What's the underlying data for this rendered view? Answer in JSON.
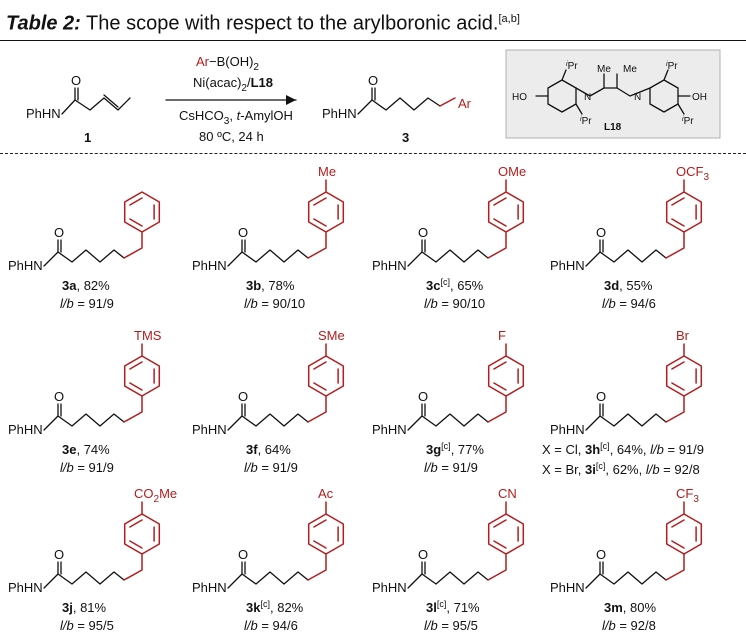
{
  "title": {
    "label": "Table 2:",
    "text": "The scope with respect to the arylboronic acid.",
    "footnote": "[a,b]"
  },
  "scheme": {
    "substrate_amide": "PhHN",
    "substrate_number": "1",
    "reagent_ar": "Ar",
    "reagent_boron": "−B(OH)",
    "reagent_boron_sub": "2",
    "catalyst": "Ni(acac)",
    "catalyst_sub": "2",
    "catalyst_slash": "/",
    "ligand": "L18",
    "base_solvent": "CsHCO",
    "base_sub": "3",
    "solvent_prefix": ", ",
    "solvent_t": "t",
    "solvent_rest": "-AmylOH",
    "conditions": "80 ºC, 24 h",
    "product_amide": "PhHN",
    "product_ar": "Ar",
    "product_number": "3",
    "ligand_box": {
      "me": "Me",
      "ipr_i": "i",
      "ipr": "Pr",
      "ho": "HO",
      "oh": "OH",
      "n": "N",
      "label": "L18"
    }
  },
  "entries": [
    {
      "substituent": "",
      "compound": "3a",
      "note": "",
      "yield": ", 82%",
      "ratio_label": "l/b",
      "ratio": " = 91/9"
    },
    {
      "substituent": "Me",
      "compound": "3b",
      "note": "",
      "yield": ", 78%",
      "ratio_label": "l/b",
      "ratio": " = 90/10"
    },
    {
      "substituent": "OMe",
      "compound": "3c",
      "note": "[c]",
      "yield": ", 65%",
      "ratio_label": "l/b",
      "ratio": " = 90/10"
    },
    {
      "substituent": "OCF",
      "substituent_sub": "3",
      "compound": "3d",
      "note": "",
      "yield": ", 55%",
      "ratio_label": "l/b",
      "ratio": " = 94/6"
    },
    {
      "substituent": "TMS",
      "compound": "3e",
      "note": "",
      "yield": ", 74%",
      "ratio_label": "l/b",
      "ratio": " = 91/9"
    },
    {
      "substituent": "SMe",
      "compound": "3f",
      "note": "",
      "yield": ", 64%",
      "ratio_label": "l/b",
      "ratio": " = 91/9"
    },
    {
      "substituent": "F",
      "compound": "3g",
      "note": "[c]",
      "yield": ", 77%",
      "ratio_label": "l/b",
      "ratio": " = 91/9"
    },
    {
      "substituent": "Br",
      "compound": "3h",
      "note": "[c]",
      "yield": "",
      "ratio_label": "",
      "ratio": "",
      "extra_lines": [
        {
          "prefix": "X = Cl, ",
          "compound": "3h",
          "note": "[c]",
          "yield": ", 64%, ",
          "ratio_label": "l/b",
          "ratio": " = 91/9"
        },
        {
          "prefix": "X = Br, ",
          "compound": "3i",
          "note": "[c]",
          "yield": ", 62%, ",
          "ratio_label": "l/b",
          "ratio": " = 92/8"
        }
      ]
    },
    {
      "substituent": "CO",
      "substituent_sub": "2",
      "substituent_tail": "Me",
      "compound": "3j",
      "note": "",
      "yield": ", 81%",
      "ratio_label": "l/b",
      "ratio": " = 95/5"
    },
    {
      "substituent": "Ac",
      "compound": "3k",
      "note": "[c]",
      "yield": ", 82%",
      "ratio_label": "l/b",
      "ratio": " = 94/6"
    },
    {
      "substituent": "CN",
      "compound": "3l",
      "note": "[c]",
      "yield": ", 71%",
      "ratio_label": "l/b",
      "ratio": " = 95/5"
    },
    {
      "substituent": "CF",
      "substituent_sub": "3",
      "compound": "3m",
      "note": "",
      "yield": ", 80%",
      "ratio_label": "l/b",
      "ratio": " = 92/8"
    }
  ],
  "common": {
    "amide": "PhHN",
    "oxygen": "O"
  },
  "colors": {
    "accent_red": "#b41d1d",
    "text": "#111111"
  }
}
